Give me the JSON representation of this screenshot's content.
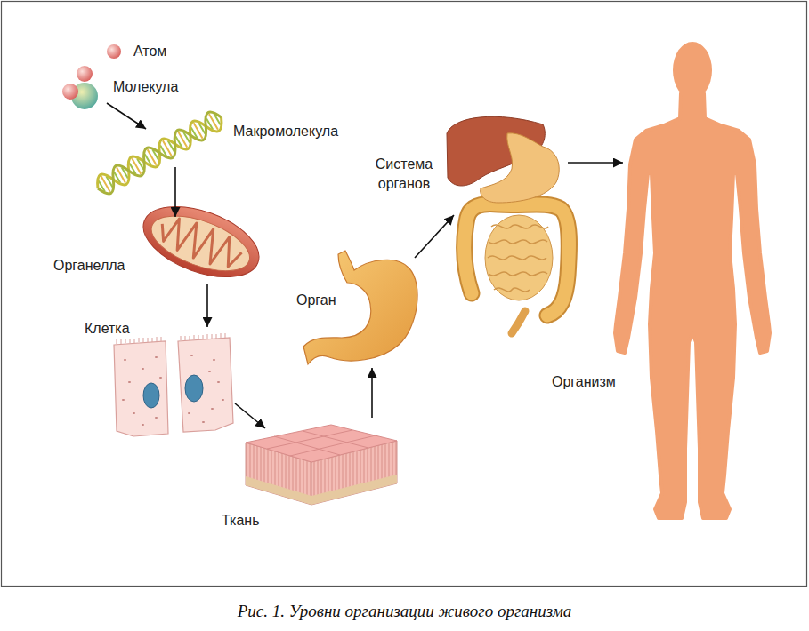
{
  "diagram": {
    "caption": "Рис. 1. Уровни организации живого организма",
    "nodes": [
      {
        "text": [
          "Атом"
        ]
      },
      {
        "text": [
          "Молекула"
        ]
      },
      {
        "text": [
          "Макромолекула"
        ]
      },
      {
        "text": [
          "Органелла"
        ]
      },
      {
        "text": [
          "Клетка"
        ]
      },
      {
        "text": [
          "Ткань"
        ]
      },
      {
        "text": [
          "Орган"
        ]
      },
      {
        "text": [
          "Система органов"
        ]
      },
      {
        "text": [
          "Организм"
        ]
      }
    ],
    "edges": [
      {
        "from": 1,
        "to": 2,
        "arrow": "to"
      },
      {
        "from": 2,
        "to": 3,
        "arrow": "to"
      },
      {
        "from": 3,
        "to": 4,
        "arrow": "to"
      },
      {
        "from": 4,
        "to": 5,
        "arrow": "to"
      },
      {
        "from": 5,
        "to": 6,
        "arrow": "to"
      },
      {
        "from": 6,
        "to": 7,
        "arrow": "to"
      },
      {
        "from": 7,
        "to": 8,
        "arrow": "to"
      }
    ]
  }
}
